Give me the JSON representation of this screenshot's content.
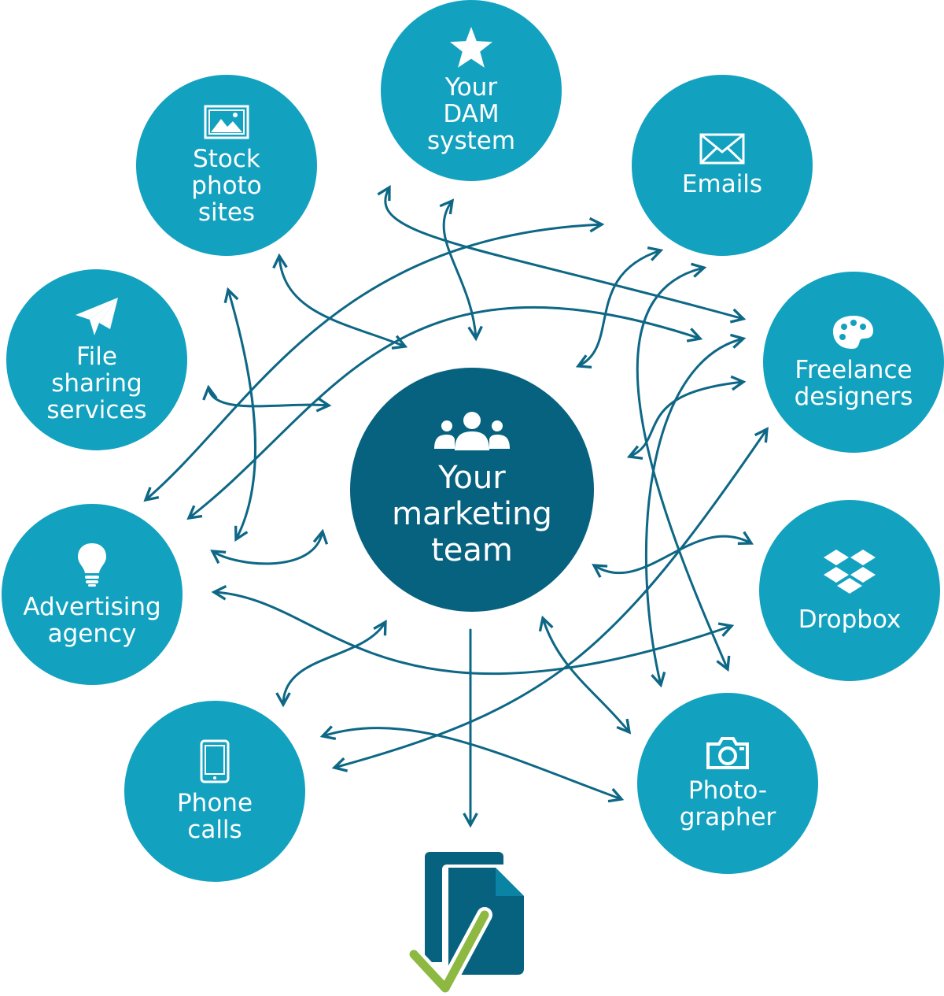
{
  "colors": {
    "node": "#12a2c0",
    "center": "#07627f",
    "line": "#0d6785",
    "doc_dark": "#07627f",
    "doc_light": "#0b83a4",
    "check": "#8db842"
  },
  "center": {
    "label": "Your\nmarketing\nteam",
    "icon": "team-icon"
  },
  "nodes": [
    {
      "key": "dam",
      "label": "Your\nDAM\nsystem",
      "icon": "star-icon"
    },
    {
      "key": "emails",
      "label": "Emails",
      "icon": "envelope-icon"
    },
    {
      "key": "freelance",
      "label": "Freelance\ndesigners",
      "icon": "palette-icon"
    },
    {
      "key": "dropbox",
      "label": "Dropbox",
      "icon": "dropbox-icon"
    },
    {
      "key": "photographer",
      "label": "Photo-\ngrapher",
      "icon": "camera-icon"
    },
    {
      "key": "phone",
      "label": "Phone\ncalls",
      "icon": "tablet-icon"
    },
    {
      "key": "advertising",
      "label": "Advertising\nagency",
      "icon": "lightbulb-icon"
    },
    {
      "key": "filesharing",
      "label": "File\nsharing\nservices",
      "icon": "paper-plane-icon"
    },
    {
      "key": "stock",
      "label": "Stock\nphoto\nsites",
      "icon": "picture-icon"
    }
  ],
  "result": {
    "icon": "approved-documents-icon"
  }
}
